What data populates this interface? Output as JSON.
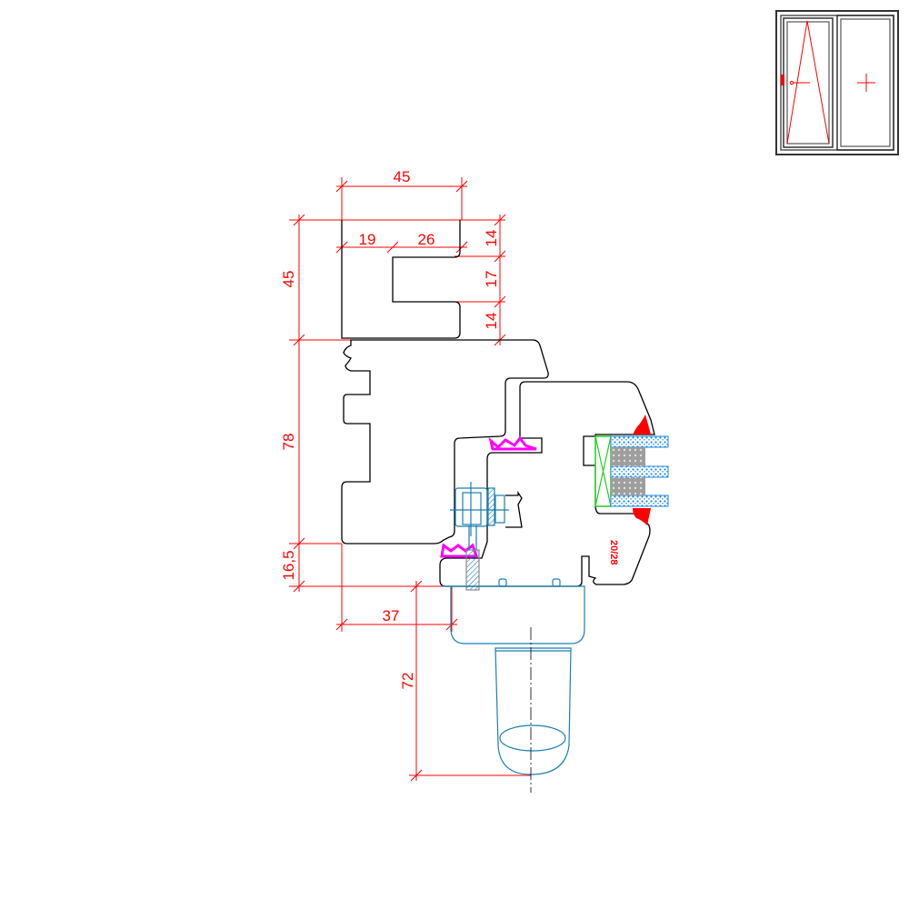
{
  "dimensions": {
    "top_width": "45",
    "top_left_segment": "19",
    "top_right_segment": "26",
    "right_upper": "14",
    "right_middle": "17",
    "right_lower": "14",
    "left_top_height": "45",
    "left_frame_height": "78",
    "left_bottom_height": "16,5",
    "bottom_offset": "37",
    "handle_height": "72"
  },
  "glass_label": "20/28",
  "colors": {
    "dimension": "#ff0000",
    "outline": "#000000",
    "hardware": "#1a7fb0",
    "gasket": "#ff00ff",
    "spacer": "#00cc00",
    "seal": "#ff0000",
    "glass": "#1e88e5"
  }
}
